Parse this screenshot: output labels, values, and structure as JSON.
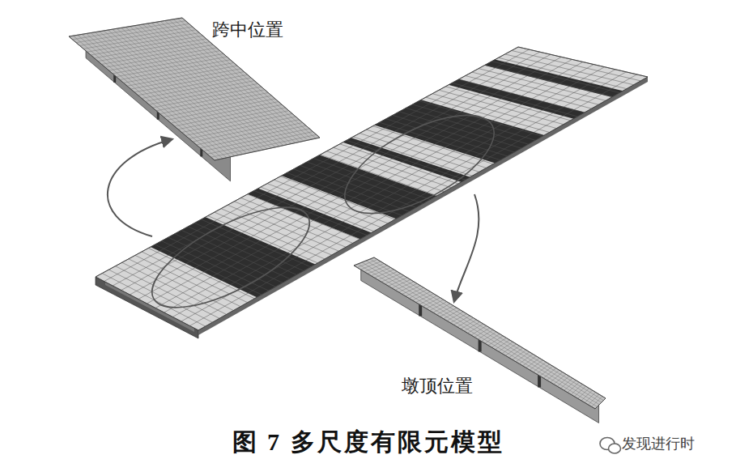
{
  "diagram": {
    "caption": "图 7 多尺度有限元模型",
    "nodes": [
      {
        "text": [
          "跨中位置"
        ]
      },
      {
        "text": [
          "墩顶位置"
        ]
      }
    ],
    "labels": [
      "发现进行时"
    ]
  }
}
